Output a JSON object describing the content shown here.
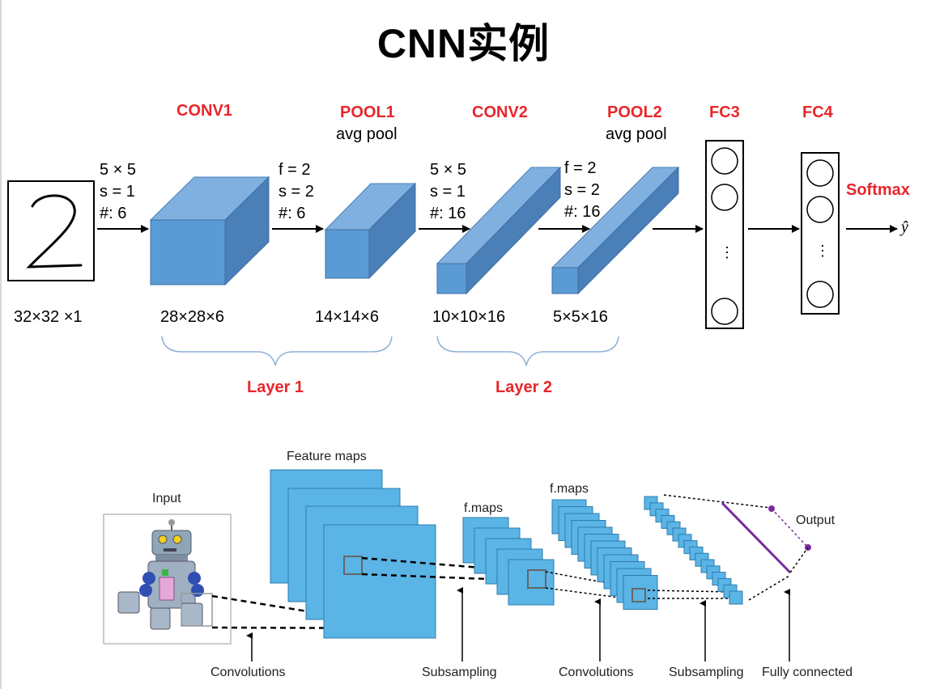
{
  "title": "CNN实例",
  "top": {
    "stage_labels": {
      "conv1": "CONV1",
      "pool1": "POOL1",
      "conv2": "CONV2",
      "pool2": "POOL2",
      "fc3": "FC3",
      "fc4": "FC4",
      "softmax": "Softmax"
    },
    "pool_type": {
      "pool1": "avg pool",
      "pool2": "avg pool"
    },
    "input_digit": "2",
    "params": {
      "a1": [
        "5 × 5",
        "s = 1",
        "#:  6"
      ],
      "a2": [
        "f = 2",
        "s = 2",
        "#:  6"
      ],
      "a3": [
        "5 × 5",
        "s = 1",
        "#: 16"
      ],
      "a4": [
        "f = 2",
        "s = 2",
        "#: 16"
      ]
    },
    "dims": {
      "input": "32×32 ×1",
      "conv1": "28×28×6",
      "pool1": "14×14×6",
      "conv2": "10×10×16",
      "pool2": "5×5×16"
    },
    "dots": "⋮",
    "layers": {
      "l1": "Layer 1",
      "l2": "Layer 2"
    },
    "yhat": "ŷ",
    "colors": {
      "red": "#e8262b",
      "block_front": "#5b9bd5",
      "block_top": "#7fb0e0",
      "block_side": "#4a7fb8"
    }
  },
  "bottom": {
    "labels": {
      "input": "Input",
      "feature_maps": "Feature maps",
      "fmaps1": "f.maps",
      "fmaps2": "f.maps",
      "output": "Output",
      "convolutions1": "Convolutions",
      "subsampling1": "Subsampling",
      "convolutions2": "Convolutions",
      "subsampling2": "Subsampling",
      "fully_connected": "Fully connected"
    },
    "colors": {
      "map": "#5ab4e5",
      "purple": "#7b2a9e"
    }
  }
}
